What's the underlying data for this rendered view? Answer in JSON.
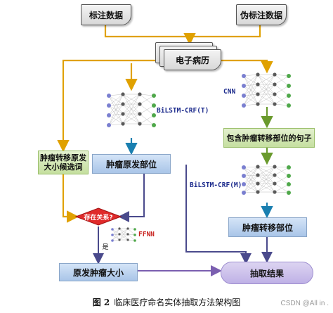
{
  "nodes": {
    "labeled_data": "标注数据",
    "pseudo_labeled_data": "伪标注数据",
    "emr": "电子病历",
    "cnn_label": "CNN",
    "bilstm_crf_t": "BiLSTM-CRF(T)",
    "primary_site": "肿瘤原发部位",
    "metastasis_sentence": "包含肿瘤转移部位的句子",
    "bilstm_crf_m": "BiLSTM-CRF(M)",
    "metastasis_site": "肿瘤转移部位",
    "filter_box": "肿瘤转移原发\n大小候选词",
    "relation_question": "存在关系?",
    "ffnn_label": "FFNN",
    "yes_label": "是",
    "primary_size": "原发肿瘤大小",
    "result": "抽取结果"
  },
  "caption": {
    "number": "图 2",
    "text": "临床医疗命名实体抽取方法架构图"
  },
  "watermark": "CSDN @All in ."
}
